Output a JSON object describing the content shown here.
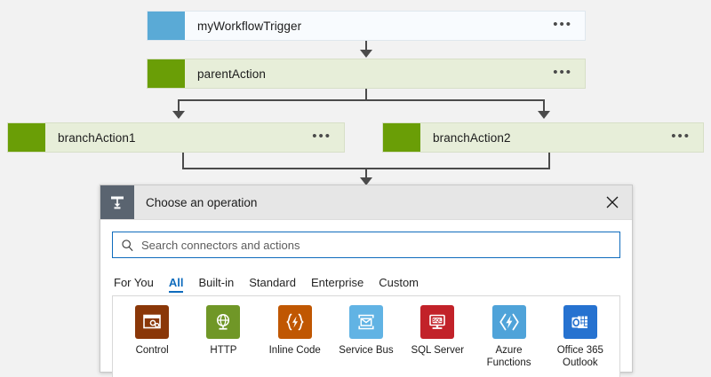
{
  "workflow": {
    "nodes": [
      {
        "name": "myWorkflowTrigger",
        "type": "trigger",
        "menu": "•••"
      },
      {
        "name": "parentAction",
        "type": "action",
        "menu": "•••"
      },
      {
        "name": "branchAction1",
        "type": "action",
        "menu": "•••"
      },
      {
        "name": "branchAction2",
        "type": "action",
        "menu": "•••"
      }
    ],
    "colors": {
      "trigger_swatch": "#5aaad6",
      "trigger_body": "#f8fbfe",
      "action_swatch": "#6a9e06",
      "action_body": "#e7eed9",
      "connector": "#4b4b4b"
    }
  },
  "dialog": {
    "title": "Choose an operation",
    "icon": "workflow-insert-icon",
    "close_label": "✕",
    "search": {
      "placeholder": "Search connectors and actions",
      "value": "",
      "icon": "search-icon"
    },
    "tabs": [
      {
        "label": "For You",
        "active": false
      },
      {
        "label": "All",
        "active": true
      },
      {
        "label": "Built-in",
        "active": false
      },
      {
        "label": "Standard",
        "active": false
      },
      {
        "label": "Enterprise",
        "active": false
      },
      {
        "label": "Custom",
        "active": false
      }
    ],
    "accent": "#0f6cbd",
    "connectors": [
      {
        "label": "Control",
        "icon": "control-icon",
        "color": "#8a3708"
      },
      {
        "label": "HTTP",
        "icon": "http-globe-icon",
        "color": "#709727"
      },
      {
        "label": "Inline Code",
        "icon": "inline-code-icon",
        "color": "#c05702"
      },
      {
        "label": "Service Bus",
        "icon": "service-bus-icon",
        "color": "#61b3e4"
      },
      {
        "label": "SQL Server",
        "icon": "sql-server-icon",
        "color": "#c22229"
      },
      {
        "label": "Azure Functions",
        "icon": "azure-functions-icon",
        "color": "#4fa3d9"
      },
      {
        "label": "Office 365 Outlook",
        "icon": "office365-outlook-icon",
        "color": "#2672d0"
      }
    ]
  }
}
